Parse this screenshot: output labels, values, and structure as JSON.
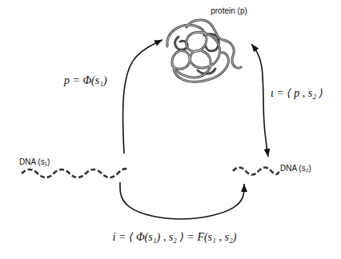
{
  "diagram": {
    "nodes": [
      {
        "text": [
          "protein (p)"
        ]
      },
      {
        "text": [
          "DNA (s₁)"
        ]
      },
      {
        "text": [
          "DNA (s₂)"
        ]
      }
    ],
    "edges": [
      {
        "from": 1,
        "to": 0,
        "arrow": "to",
        "label": "p = Φ(s₁)"
      },
      {
        "from": 0,
        "to": 2,
        "arrow": "both",
        "label": "ι = ⟨ p , s₂ ⟩"
      },
      {
        "from": 1,
        "to": 2,
        "arrow": "to",
        "label": "i = ⟨ Φ(s₁) , s₂ ⟩ = F(s₁ , s₂)"
      }
    ]
  }
}
